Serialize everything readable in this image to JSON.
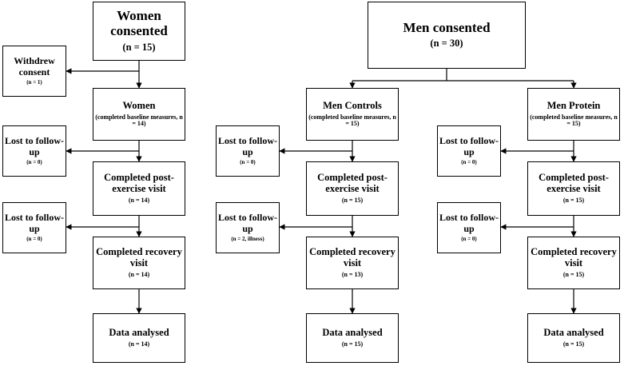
{
  "women": {
    "consented": {
      "title": "Women consented",
      "n": "(n = 15)"
    },
    "withdrew": {
      "title": "Withdrew consent",
      "n": "(n = 1)"
    },
    "baseline": {
      "title": "Women",
      "detail": "(completed baseline measures, n = 14)"
    },
    "lost1": {
      "title": "Lost to follow-up",
      "n": "(n = 0)"
    },
    "post": {
      "title": "Completed post-exercise visit",
      "n": "(n = 14)"
    },
    "lost2": {
      "title": "Lost to follow-up",
      "n": "(n = 0)"
    },
    "recovery": {
      "title": "Completed recovery visit",
      "n": "(n = 14)"
    },
    "analysed": {
      "title": "Data analysed",
      "n": "(n = 14)"
    }
  },
  "men": {
    "consented": {
      "title": "Men consented",
      "n": "(n = 30)"
    },
    "controls": {
      "baseline": {
        "title": "Men Controls",
        "detail": "(completed baseline measures, n = 15)"
      },
      "lost1": {
        "title": "Lost to follow-up",
        "n": "(n = 0)"
      },
      "post": {
        "title": "Completed post-exercise visit",
        "n": "(n = 15)"
      },
      "lost2": {
        "title": "Lost to follow-up",
        "n": "(n = 2, illness)"
      },
      "recovery": {
        "title": "Completed recovery visit",
        "n": "(n = 13)"
      },
      "analysed": {
        "title": "Data analysed",
        "n": "(n = 15)"
      }
    },
    "protein": {
      "baseline": {
        "title": "Men Protein",
        "detail": "(completed baseline measures, n = 15)"
      },
      "lost1": {
        "title": "Lost to follow-up",
        "n": "(n = 0)"
      },
      "post": {
        "title": "Completed post-exercise visit",
        "n": "(n = 15)"
      },
      "lost2": {
        "title": "Lost to follow-up",
        "n": "(n = 0)"
      },
      "recovery": {
        "title": "Completed recovery visit",
        "n": "(n = 15)"
      },
      "analysed": {
        "title": "Data analysed",
        "n": "(n = 15)"
      }
    }
  }
}
